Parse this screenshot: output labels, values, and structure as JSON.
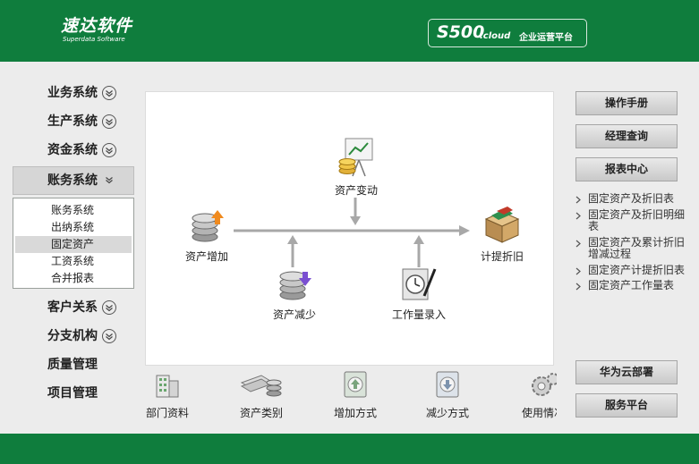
{
  "header": {
    "logo_text": "速达软件",
    "logo_sub": "Superdata Software",
    "brand_s500": "S500",
    "brand_cloud": ".cloud",
    "brand_tagline": "企业运营平台"
  },
  "nav": {
    "items_before": [
      "业务系统",
      "生产系统",
      "资金系统"
    ],
    "active": "账务系统",
    "submenu": [
      "账务系统",
      "出纳系统",
      "固定资产",
      "工资系统",
      "合并报表"
    ],
    "selected_sub": "固定资产",
    "items_after_expandable": [
      "客户关系",
      "分支机构"
    ],
    "items_after_plain": [
      "质量管理",
      "项目管理"
    ]
  },
  "flow": {
    "change": "资产变动",
    "add": "资产增加",
    "reduce": "资产减少",
    "workload": "工作量录入",
    "depreciate": "计提折旧"
  },
  "shortcuts": [
    "部门资料",
    "资产类别",
    "增加方式",
    "减少方式",
    "使用情况"
  ],
  "right_panel": {
    "manual": "操作手册",
    "manager_query": "经理查询",
    "report_center": "报表中心",
    "reports": [
      "固定资产及折旧表",
      "固定资产及折旧明细表",
      "固定资产及累计折旧增减过程",
      "固定资产计提折旧表",
      "固定资产工作量表"
    ],
    "huawei": "华为云部署",
    "service": "服务平台"
  },
  "colors": {
    "brand_green": "#0f7d3d",
    "background": "#ececec"
  }
}
